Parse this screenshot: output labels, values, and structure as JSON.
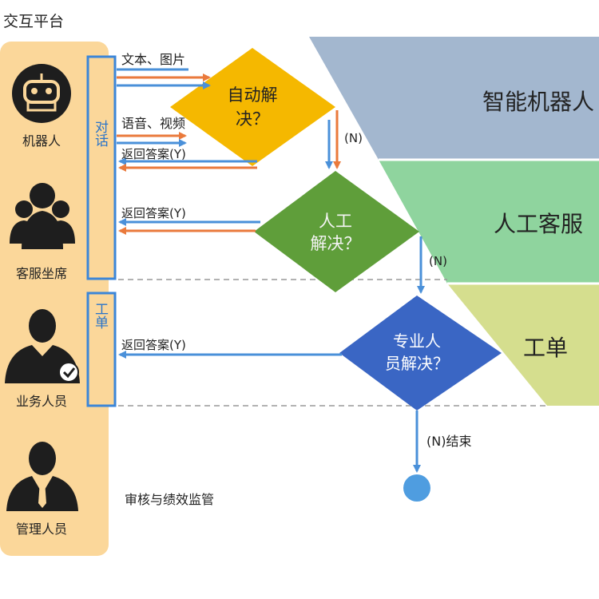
{
  "platform_title": "交互平台",
  "roles": [
    {
      "label": "机器人",
      "icon": "robot-icon"
    },
    {
      "label": "客服坐席",
      "icon": "agents-group-icon"
    },
    {
      "label": "业务人员",
      "icon": "business-person-check-icon"
    },
    {
      "label": "管理人员",
      "icon": "manager-icon"
    }
  ],
  "channels": {
    "dialog": "对话",
    "ticket": "工单"
  },
  "edge_labels": {
    "text_image": "文本、图片",
    "voice_video": "语音、视频",
    "return_answer_1": "返回答案(Y)",
    "return_answer_2": "返回答案(Y)",
    "return_answer_3": "返回答案(Y)",
    "no_1": "(N)",
    "no_2": "(N)",
    "end": "(N)结束",
    "audit": "审核与绩效监管"
  },
  "decisions": {
    "auto_l1": "自动解",
    "auto_l2": "决？",
    "manual_l1": "人工",
    "manual_l2": "解决？",
    "expert_l1": "专业人",
    "expert_l2": "员解决？"
  },
  "funnel": {
    "top": "智能机器人",
    "middle": "人工客服",
    "bottom": "工单"
  },
  "colors": {
    "panel": "#fbd79a",
    "channel_border": "#3b86d8",
    "auto": "#f5b800",
    "manual": "#5f9e3a",
    "expert": "#3a66c4",
    "funnel_top": "#a3b7cf",
    "funnel_middle": "#8fd49e",
    "funnel_bottom": "#d5de8e",
    "arrow_blue": "#4a90d9",
    "arrow_orange": "#ea7a3c",
    "end_node": "#4f9de0"
  }
}
